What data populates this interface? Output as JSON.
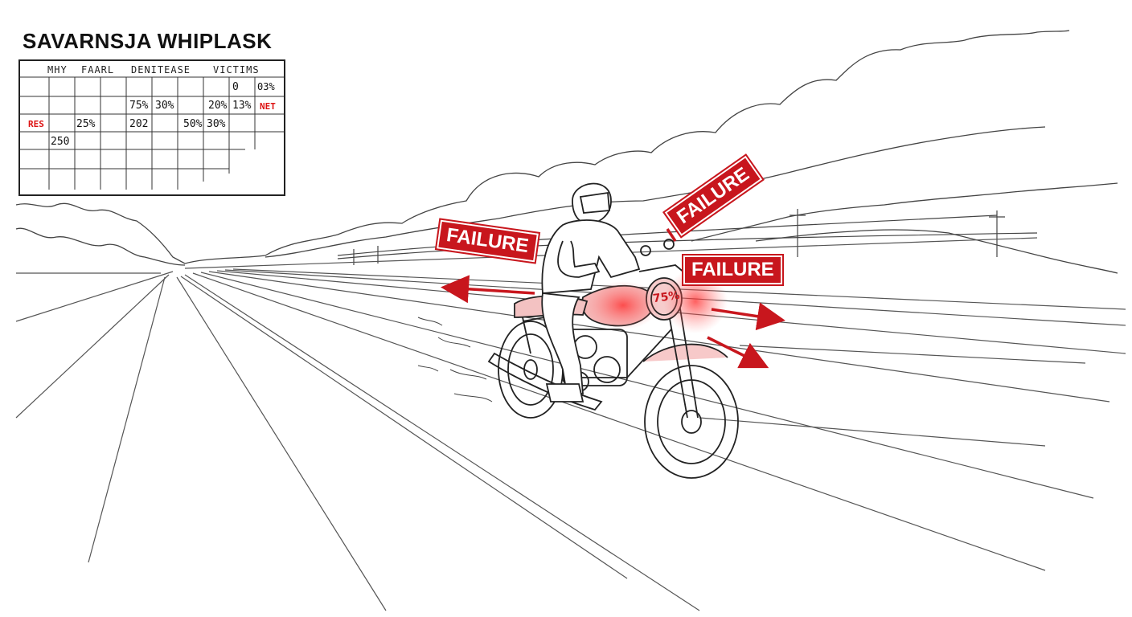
{
  "title": "SAVARNSJA WHIPLASK",
  "table": {
    "headers": [
      "MHY",
      "FAARL",
      "DENITEASE",
      "VICTIMS"
    ],
    "cells": [
      {
        "id": "c-0",
        "text": "0",
        "red": false
      },
      {
        "id": "c-03",
        "text": "03%",
        "red": false
      },
      {
        "id": "c-75",
        "text": "75%",
        "red": false
      },
      {
        "id": "c-30a",
        "text": "30%",
        "red": false
      },
      {
        "id": "c-20",
        "text": "20%",
        "red": false
      },
      {
        "id": "c-13",
        "text": "13%",
        "red": false
      },
      {
        "id": "c-net",
        "text": "NET",
        "red": true
      },
      {
        "id": "c-res",
        "text": "RES",
        "red": true
      },
      {
        "id": "c-25",
        "text": "25%",
        "red": false
      },
      {
        "id": "c-202",
        "text": "202",
        "red": false
      },
      {
        "id": "c-50",
        "text": "50%",
        "red": false
      },
      {
        "id": "c-30b",
        "text": "30%",
        "red": false
      },
      {
        "id": "c-250",
        "text": "250",
        "red": false
      }
    ]
  },
  "labels": {
    "failure_left": "FAILURE",
    "failure_top": "FAILURE",
    "failure_right": "FAILURE",
    "gauge": "75%"
  },
  "colors": {
    "accent_red": "#c8161d",
    "line": "#333333"
  },
  "icons": [
    "motorcycle-icon",
    "rider-icon",
    "arrow-icon"
  ]
}
